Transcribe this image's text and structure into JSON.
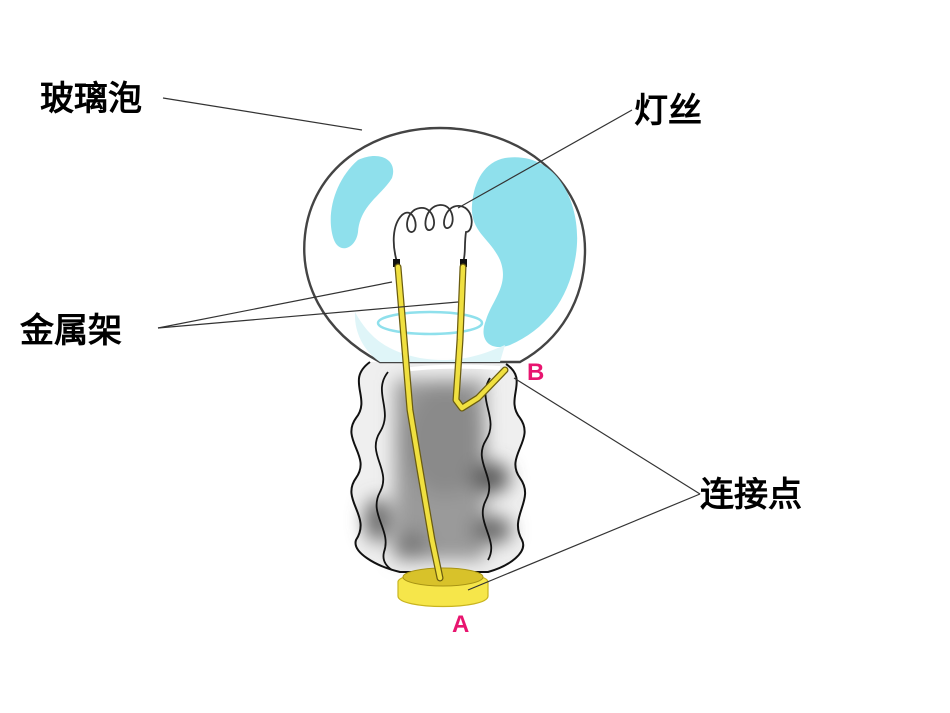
{
  "labels": {
    "glass_bulb": "玻璃泡",
    "filament": "灯丝",
    "metal_frame": "金属架",
    "connection_points": "连接点"
  },
  "points": {
    "a": "A",
    "b": "B"
  },
  "colors": {
    "point_label": "#e8156f",
    "highlight": "#8fe0ec",
    "wire": "#f0e040",
    "base_cap": "#f3e23a"
  }
}
